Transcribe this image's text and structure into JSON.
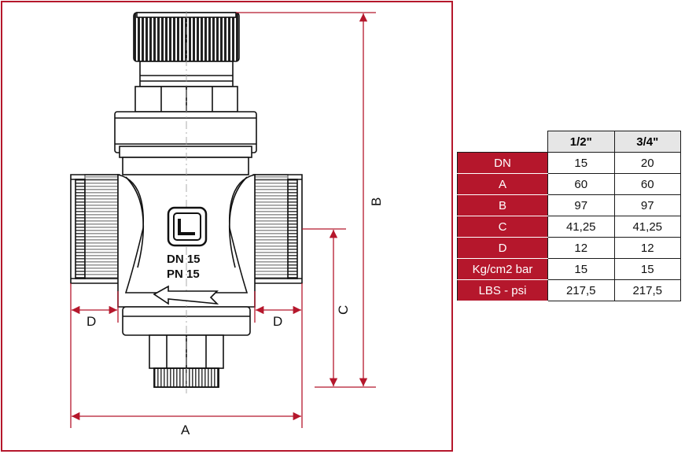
{
  "drawing": {
    "frame_color": "#b5172c",
    "dimension_color": "#b5172c",
    "dimensions": {
      "A": "A",
      "B": "B",
      "C": "C",
      "D_left": "D",
      "D_right": "D"
    },
    "body_marking": {
      "line1": "DN 15",
      "line2": "PN 15"
    },
    "icons": [
      "brand-logo-icon",
      "flow-direction-arrow-icon"
    ]
  },
  "table": {
    "header_color": "#e6e6e6",
    "label_color": "#b5172c",
    "columns": [
      "1/2\"",
      "3/4\""
    ],
    "rows": [
      {
        "label": "DN",
        "values": [
          "15",
          "20"
        ]
      },
      {
        "label": "A",
        "values": [
          "60",
          "60"
        ]
      },
      {
        "label": "B",
        "values": [
          "97",
          "97"
        ]
      },
      {
        "label": "C",
        "values": [
          "41,25",
          "41,25"
        ]
      },
      {
        "label": "D",
        "values": [
          "12",
          "12"
        ]
      },
      {
        "label": "Kg/cm2 bar",
        "values": [
          "15",
          "15"
        ]
      },
      {
        "label": "LBS - psi",
        "values": [
          "217,5",
          "217,5"
        ]
      }
    ]
  }
}
